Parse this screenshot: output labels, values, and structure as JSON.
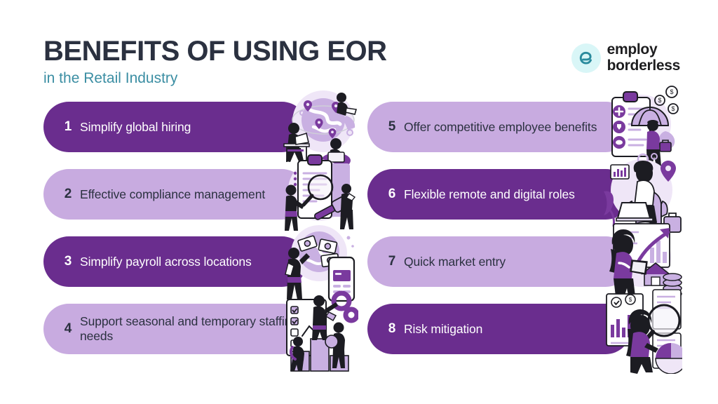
{
  "header": {
    "title": "BENEFITS OF USING EOR",
    "subtitle": "in the Retail Industry",
    "title_color": "#2b3140",
    "subtitle_color": "#3b8ea3"
  },
  "logo": {
    "mark_icon": "employ-borderless-e-icon",
    "line1": "employ",
    "line2": "borderless",
    "mark_bg": "#d9f6f7",
    "mark_color": "#2a8b9d",
    "text_color": "#1d1d1f"
  },
  "theme": {
    "background": "#ffffff",
    "pill_dark": "#6a2d8e",
    "pill_light": "#c8abe0",
    "text_on_dark": "#ffffff",
    "text_on_light": "#2b3140",
    "illustration_purple": "#7a3a9e",
    "illustration_lilac": "#c9b0e2",
    "illustration_ink": "#1c1c22"
  },
  "columns": {
    "left": [
      {
        "number": "1",
        "label": "Simplify global hiring",
        "style": "dark",
        "illustration": "globe-location-pins-laptops-icon"
      },
      {
        "number": "2",
        "label": "Effective compliance management",
        "style": "light",
        "illustration": "clipboard-magnifier-gavel-icon"
      },
      {
        "number": "3",
        "label": "Simplify payroll across locations",
        "style": "dark",
        "illustration": "globe-money-phone-card-icon"
      },
      {
        "number": "4",
        "label": "Support seasonal and temporary staffing needs",
        "style": "light",
        "illustration": "checklist-podium-people-gears-icon"
      }
    ],
    "right": [
      {
        "number": "5",
        "label": "Offer competitive employee benefits",
        "style": "light",
        "illustration": "benefits-umbrella-coins-checklist-icon"
      },
      {
        "number": "6",
        "label": "Flexible remote and digital roles",
        "style": "dark",
        "illustration": "remote-worker-laptop-armchair-icon"
      },
      {
        "number": "7",
        "label": "Quick market entry",
        "style": "light",
        "illustration": "growth-arrow-chart-house-coins-icon"
      },
      {
        "number": "8",
        "label": "Risk mitigation",
        "style": "dark",
        "illustration": "magnifier-charts-report-icon"
      }
    ]
  }
}
